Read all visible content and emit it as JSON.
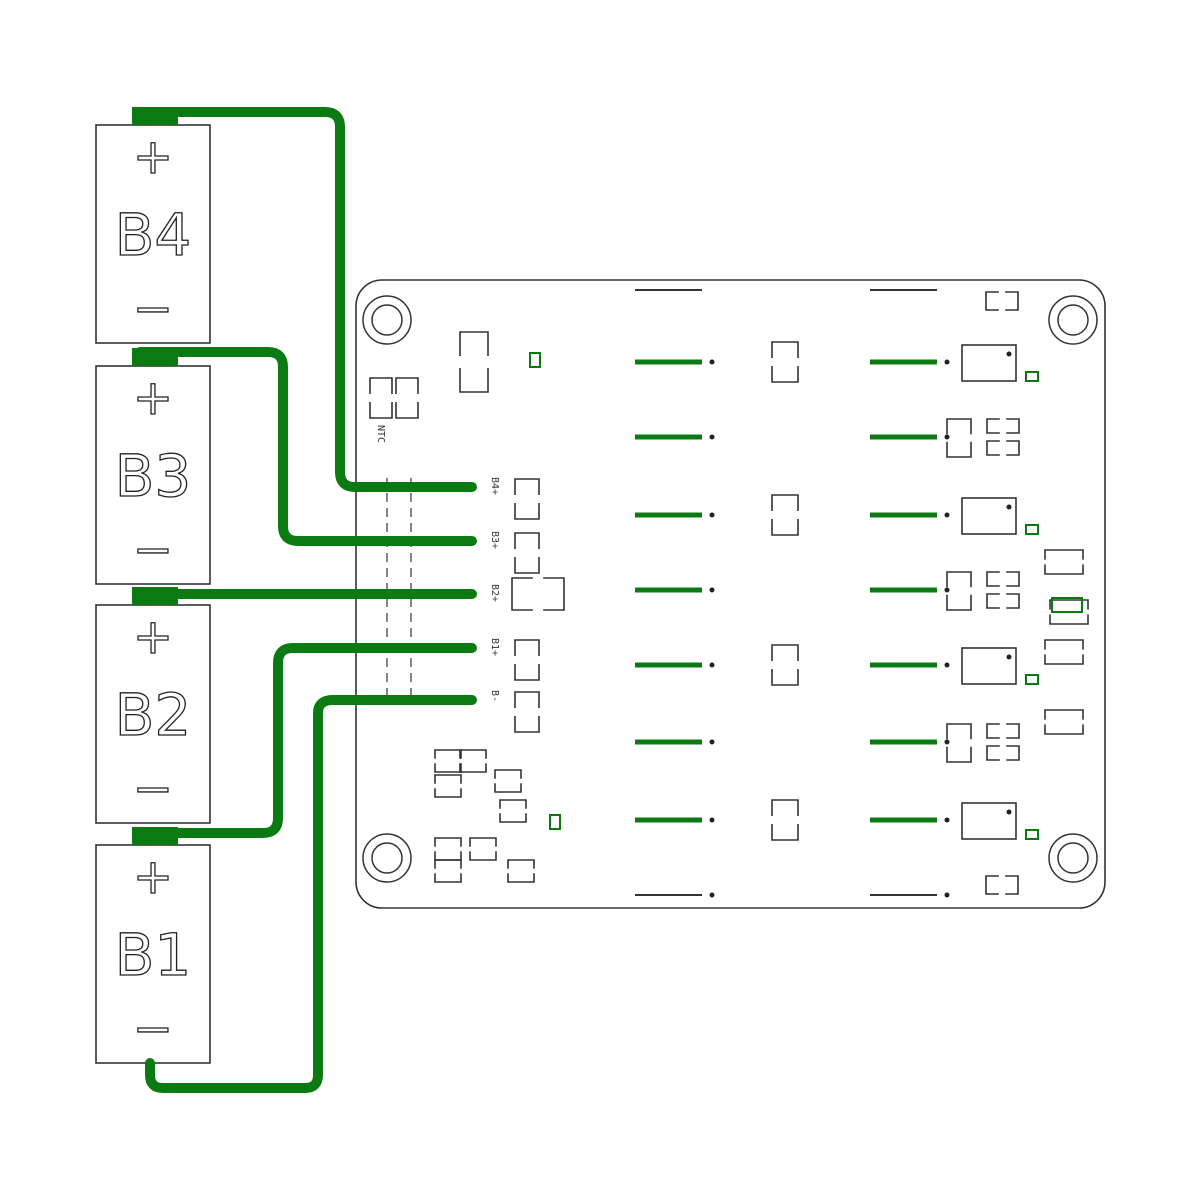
{
  "colors": {
    "trace": "#0b7a12",
    "outline": "#333333",
    "background": "#ffffff"
  },
  "batteries": [
    {
      "label": "B4",
      "plus": "+",
      "minus": "−"
    },
    {
      "label": "B3",
      "plus": "+",
      "minus": "−"
    },
    {
      "label": "B2",
      "plus": "+",
      "minus": "−"
    },
    {
      "label": "B1",
      "plus": "+",
      "minus": "−"
    }
  ],
  "board": {
    "pads": [
      {
        "label": "B4+"
      },
      {
        "label": "B3+"
      },
      {
        "label": "B2+"
      },
      {
        "label": "B1+"
      },
      {
        "label": "B-"
      }
    ],
    "component_label": "NTC"
  }
}
